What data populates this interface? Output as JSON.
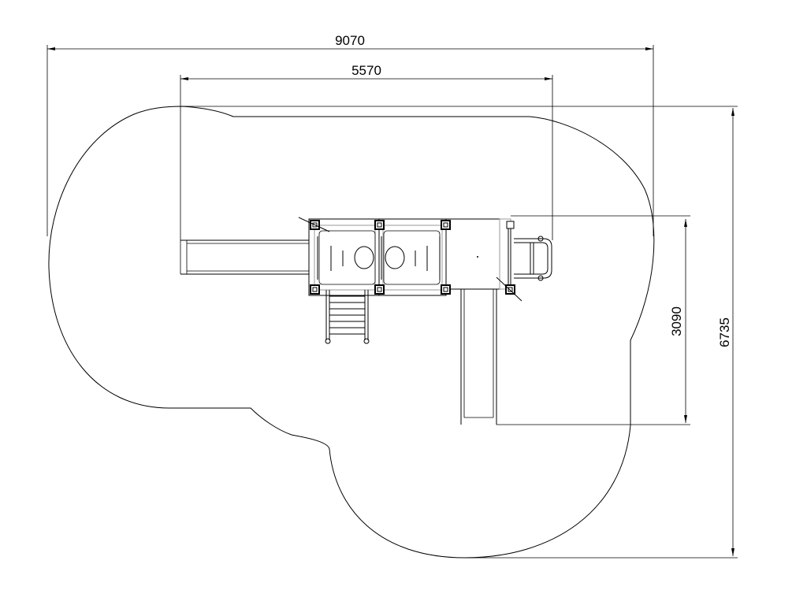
{
  "dimensions": {
    "overall_width": "9070",
    "structure_width": "5570",
    "overall_depth": "6735",
    "structure_depth": "3090"
  }
}
